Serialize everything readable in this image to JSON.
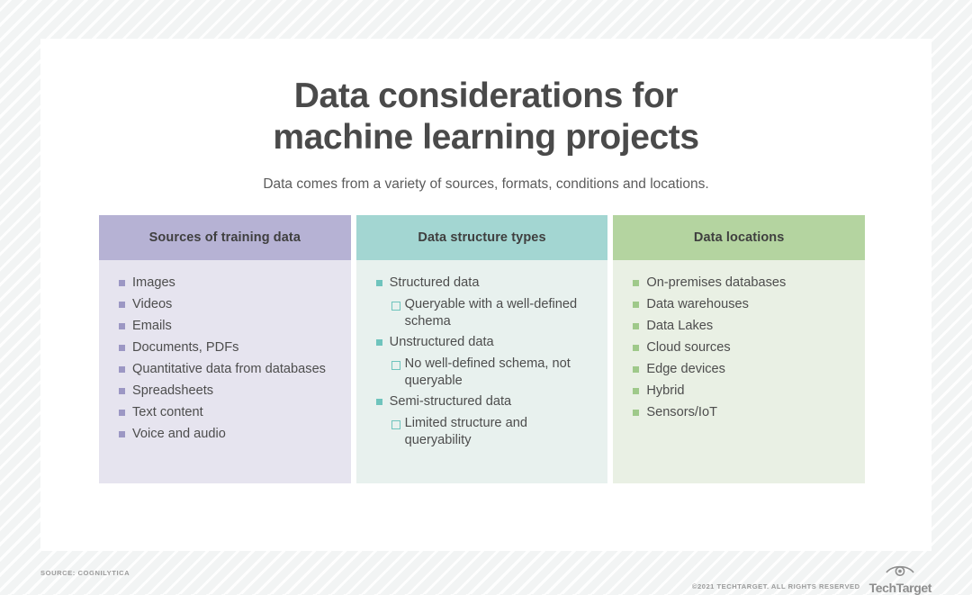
{
  "header": {
    "title_line_1": "Data considerations for",
    "title_line_2": "machine learning projects",
    "subtitle": "Data comes from a variety of sources, formats, conditions and locations."
  },
  "colors": {
    "purple_header": "#b6b2d4",
    "purple_body": "#e6e4ef",
    "purple_bullet": "#9c97c4",
    "teal_header": "#a3d6d2",
    "teal_body": "#e8f1ee",
    "teal_bullet": "#6fc4bd",
    "green_header": "#b4d4a0",
    "green_body": "#e9f0e4",
    "green_bullet": "#9fc98a",
    "page_background": "#f2f4f4",
    "card_background": "#ffffff",
    "text": "#4d4d4d",
    "title_text": "#4a4a4a"
  },
  "columns": [
    {
      "header": "Sources of training data",
      "items": [
        {
          "label": "Images"
        },
        {
          "label": "Videos"
        },
        {
          "label": "Emails"
        },
        {
          "label": "Documents, PDFs"
        },
        {
          "label": "Quantitative data from databases"
        },
        {
          "label": "Spreadsheets"
        },
        {
          "label": "Text content"
        },
        {
          "label": "Voice and audio"
        }
      ]
    },
    {
      "header": "Data structure types",
      "items": [
        {
          "label": "Structured data",
          "sub": "Queryable with a well-defined schema"
        },
        {
          "label": "Unstructured data",
          "sub": "No well-defined schema, not queryable"
        },
        {
          "label": "Semi-structured data",
          "sub": "Limited structure and queryability"
        }
      ]
    },
    {
      "header": "Data locations",
      "items": [
        {
          "label": "On-premises databases"
        },
        {
          "label": "Data warehouses"
        },
        {
          "label": "Data Lakes"
        },
        {
          "label": "Cloud sources"
        },
        {
          "label": "Edge devices"
        },
        {
          "label": "Hybrid"
        },
        {
          "label": "Sensors/IoT"
        }
      ]
    }
  ],
  "footer": {
    "source": "SOURCE: COGNILYTICA",
    "copyright": "©2021 TECHTARGET. ALL RIGHTS RESERVED",
    "logo_word": "TechTarget",
    "logo_icon": "eye-icon"
  }
}
